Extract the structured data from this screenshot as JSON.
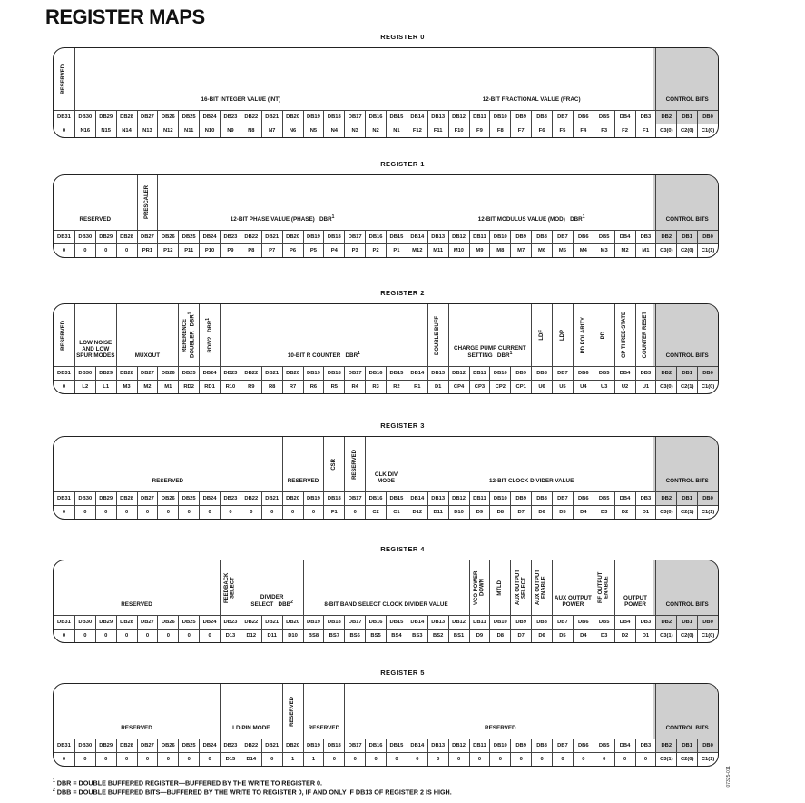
{
  "page_title": "REGISTER MAPS",
  "bit_headers": [
    "DB31",
    "DB30",
    "DB29",
    "DB28",
    "DB27",
    "DB26",
    "DB25",
    "DB24",
    "DB23",
    "DB22",
    "DB21",
    "DB20",
    "DB19",
    "DB18",
    "DB17",
    "DB16",
    "DB15",
    "DB14",
    "DB13",
    "DB12",
    "DB11",
    "DB10",
    "DB9",
    "DB8",
    "DB7",
    "DB6",
    "DB5",
    "DB4",
    "DB3",
    "DB2",
    "DB1",
    "DB0"
  ],
  "registers": [
    {
      "title": "REGISTER 0",
      "fields": [
        {
          "text": "RESERVED",
          "vertical": true
        },
        {
          "text": "16-BIT INTEGER VALUE (INT)"
        },
        {
          "text": "12-BIT FRACTIONAL VALUE (FRAC)"
        },
        {
          "text": "CONTROL BITS"
        }
      ],
      "values": [
        "0",
        "N16",
        "N15",
        "N14",
        "N13",
        "N12",
        "N11",
        "N10",
        "N9",
        "N8",
        "N7",
        "N6",
        "N5",
        "N4",
        "N3",
        "N2",
        "N1",
        "F12",
        "F11",
        "F10",
        "F9",
        "F8",
        "F7",
        "F6",
        "F5",
        "F4",
        "F3",
        "F2",
        "F1",
        "C3(0)",
        "C2(0)",
        "C1(0)"
      ]
    },
    {
      "title": "REGISTER 1",
      "fields": [
        {
          "text": "RESERVED"
        },
        {
          "text": "PRESCALER",
          "vertical": true
        },
        {
          "text": "12-BIT PHASE VALUE (PHASE)",
          "dbr": "DBR",
          "sup": "1"
        },
        {
          "text": "12-BIT MODULUS VALUE (MOD)",
          "dbr": "DBR",
          "sup": "1"
        },
        {
          "text": "CONTROL BITS"
        }
      ],
      "values": [
        "0",
        "0",
        "0",
        "0",
        "PR1",
        "P12",
        "P11",
        "P10",
        "P9",
        "P8",
        "P7",
        "P6",
        "P5",
        "P4",
        "P3",
        "P2",
        "P1",
        "M12",
        "M11",
        "M10",
        "M9",
        "M8",
        "M7",
        "M6",
        "M5",
        "M4",
        "M3",
        "M2",
        "M1",
        "C3(0)",
        "C2(0)",
        "C1(1)"
      ]
    },
    {
      "title": "REGISTER 2",
      "fields": [
        {
          "text": "RESERVED",
          "vertical": true
        },
        {
          "text": "LOW NOISE AND LOW SPUR MODES"
        },
        {
          "text": "MUXOUT"
        },
        {
          "text": "REFERENCE DOUBLER",
          "vertical": true,
          "dbr": "DBR",
          "sup": "1"
        },
        {
          "text": "RDIV2",
          "vertical": true,
          "dbr": "DBR",
          "sup": "1"
        },
        {
          "text": "10-BIT R COUNTER",
          "dbr": "DBR",
          "sup": "1"
        },
        {
          "text": "DOUBLE BUFF",
          "vertical": true
        },
        {
          "text": "CHARGE PUMP CURRENT SETTING",
          "dbr": "DBR",
          "sup": "1"
        },
        {
          "text": "LDF",
          "vertical": true
        },
        {
          "text": "LDP",
          "vertical": true
        },
        {
          "text": "PD POLARITY",
          "vertical": true
        },
        {
          "text": "PD",
          "vertical": true
        },
        {
          "text": "CP THREE-STATE",
          "vertical": true
        },
        {
          "text": "COUNTER RESET",
          "vertical": true
        },
        {
          "text": "CONTROL BITS"
        }
      ],
      "values": [
        "0",
        "L2",
        "L1",
        "M3",
        "M2",
        "M1",
        "RD2",
        "RD1",
        "R10",
        "R9",
        "R8",
        "R7",
        "R6",
        "R5",
        "R4",
        "R3",
        "R2",
        "R1",
        "D1",
        "CP4",
        "CP3",
        "CP2",
        "CP1",
        "U6",
        "U5",
        "U4",
        "U3",
        "U2",
        "U1",
        "C3(0)",
        "C2(1)",
        "C1(0)"
      ]
    },
    {
      "title": "REGISTER 3",
      "fields": [
        {
          "text": "RESERVED"
        },
        {
          "text": "RESERVED"
        },
        {
          "text": "CSR",
          "vertical": true
        },
        {
          "text": "RESERVED",
          "vertical": true
        },
        {
          "text": "CLK DIV MODE"
        },
        {
          "text": "12-BIT CLOCK DIVIDER VALUE"
        },
        {
          "text": "CONTROL BITS"
        }
      ],
      "values": [
        "0",
        "0",
        "0",
        "0",
        "0",
        "0",
        "0",
        "0",
        "0",
        "0",
        "0",
        "0",
        "0",
        "F1",
        "0",
        "C2",
        "C1",
        "D12",
        "D11",
        "D10",
        "D9",
        "D8",
        "D7",
        "D6",
        "D5",
        "D4",
        "D3",
        "D2",
        "D1",
        "C3(0)",
        "C2(1)",
        "C1(1)"
      ]
    },
    {
      "title": "REGISTER 4",
      "fields": [
        {
          "text": "RESERVED"
        },
        {
          "text": "FEEDBACK SELECT",
          "vertical": true
        },
        {
          "text": "DIVIDER SELECT",
          "dbr": "DBB",
          "sup": "2"
        },
        {
          "text": "8-BIT BAND SELECT CLOCK DIVIDER VALUE"
        },
        {
          "text": "VCO POWER DOWN",
          "vertical": true
        },
        {
          "text": "MTLD",
          "vertical": true
        },
        {
          "text": "AUX OUTPUT SELECT",
          "vertical": true
        },
        {
          "text": "AUX OUTPUT ENABLE",
          "vertical": true
        },
        {
          "text": "AUX OUTPUT POWER"
        },
        {
          "text": "RF OUTPUT ENABLE",
          "vertical": true
        },
        {
          "text": "OUTPUT POWER"
        },
        {
          "text": "CONTROL BITS"
        }
      ],
      "values": [
        "0",
        "0",
        "0",
        "0",
        "0",
        "0",
        "0",
        "0",
        "D13",
        "D12",
        "D11",
        "D10",
        "BS8",
        "BS7",
        "BS6",
        "BS5",
        "BS4",
        "BS3",
        "BS2",
        "BS1",
        "D9",
        "D8",
        "D7",
        "D6",
        "D5",
        "D4",
        "D3",
        "D2",
        "D1",
        "C3(1)",
        "C2(0)",
        "C1(0)"
      ]
    },
    {
      "title": "REGISTER 5",
      "fields": [
        {
          "text": "RESERVED"
        },
        {
          "text": "LD PIN MODE"
        },
        {
          "text": "RESERVED",
          "vertical": true
        },
        {
          "text": "RESERVED"
        },
        {
          "text": "RESERVED"
        },
        {
          "text": "CONTROL BITS"
        }
      ],
      "values": [
        "0",
        "0",
        "0",
        "0",
        "0",
        "0",
        "0",
        "0",
        "D15",
        "D14",
        "0",
        "1",
        "1",
        "0",
        "0",
        "0",
        "0",
        "0",
        "0",
        "0",
        "0",
        "0",
        "0",
        "0",
        "0",
        "0",
        "0",
        "0",
        "0",
        "C3(1)",
        "C2(0)",
        "C1(1)"
      ]
    }
  ],
  "footnotes": [
    {
      "mark": "1",
      "text": "DBR = DOUBLE BUFFERED REGISTER—BUFFERED BY THE WRITE TO REGISTER 0."
    },
    {
      "mark": "2",
      "text": "DBB = DOUBLE BUFFERED BITS—BUFFERED BY THE WRITE TO REGISTER 0, IF AND ONLY IF DB13 OF REGISTER 2 IS HIGH."
    }
  ],
  "side_code": "07325-011"
}
